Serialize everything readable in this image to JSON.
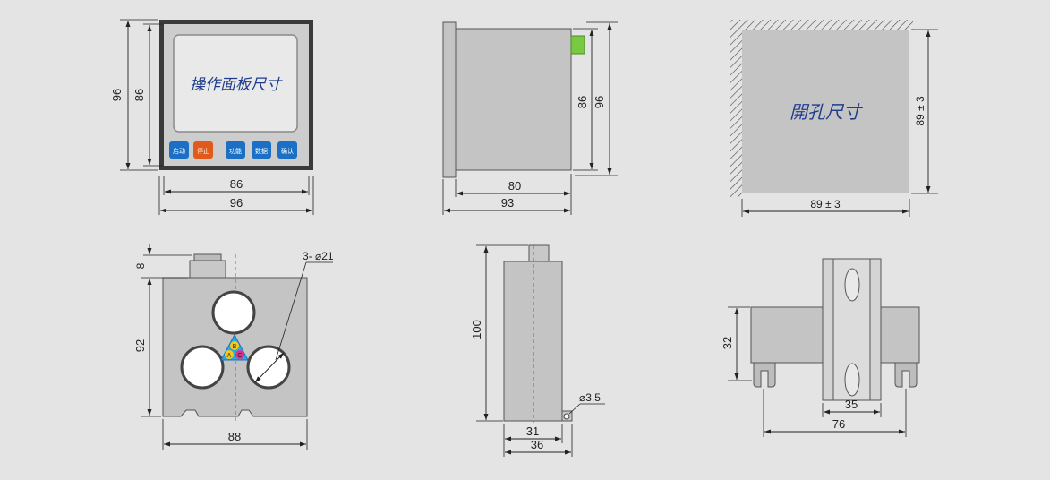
{
  "front_panel": {
    "label": "操作面板尺寸",
    "buttons": [
      "启动",
      "停止",
      "功能",
      "数据",
      "确认"
    ],
    "dims": {
      "outer_width": "96",
      "inner_width": "86",
      "outer_height": "96",
      "inner_height": "86"
    }
  },
  "side_view": {
    "dims": {
      "body_width": "80",
      "total_width": "93",
      "inner_height": "86",
      "outer_height": "96"
    }
  },
  "cutout": {
    "label": "開孔尺寸",
    "dims": {
      "width": "89 ± 3",
      "height": "89 ± 3"
    }
  },
  "transformer_front": {
    "hole_label": "3- ⌀21",
    "phase_labels": [
      "B",
      "A",
      "C"
    ],
    "dims": {
      "top": "8",
      "height": "92",
      "width": "88"
    }
  },
  "transformer_side": {
    "dims": {
      "height": "100",
      "inner_width": "31",
      "outer_width": "36",
      "hole": "⌀3.5"
    }
  },
  "rail_mount": {
    "dims": {
      "height": "32",
      "rail_width": "35",
      "total_width": "76"
    }
  },
  "colors": {
    "background": "#e4e4e4",
    "body": "#c4c4c4",
    "start_button": "#1b6fc4",
    "stop_button": "#e25a1a",
    "indicator": "#7ac943"
  }
}
